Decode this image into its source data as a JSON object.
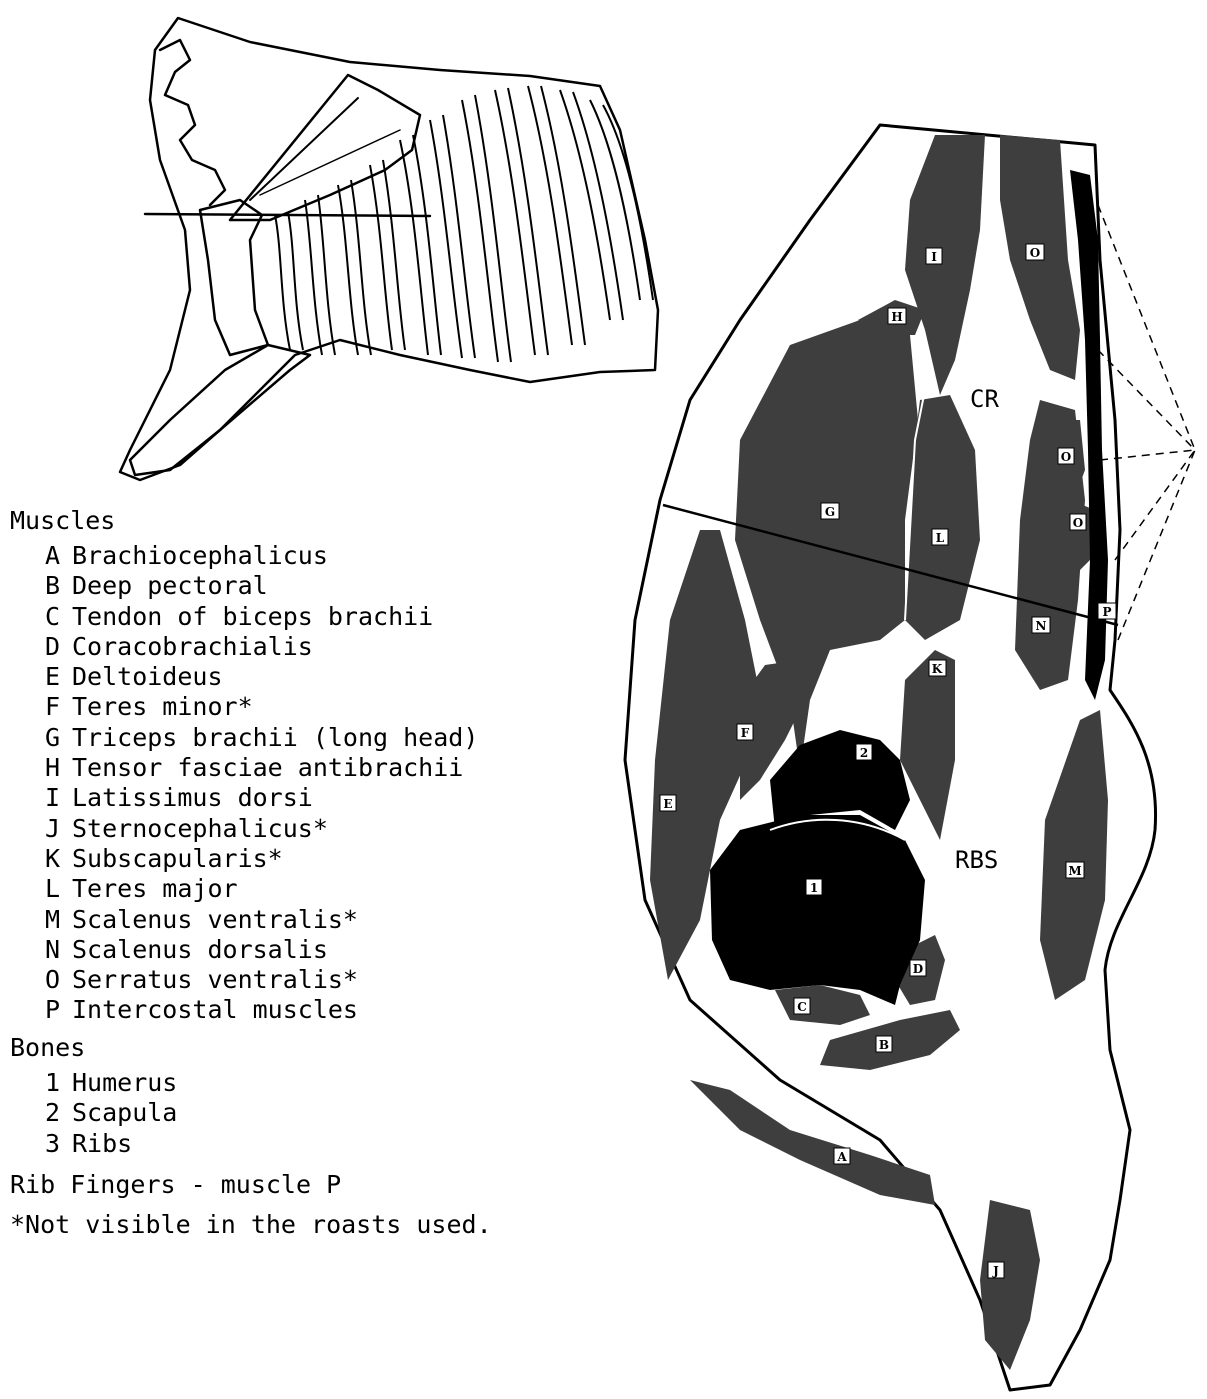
{
  "muscles_heading": "Muscles",
  "muscles": [
    {
      "key": "A",
      "name": "Brachiocephalicus"
    },
    {
      "key": "B",
      "name": "Deep pectoral"
    },
    {
      "key": "C",
      "name": "Tendon of biceps brachii"
    },
    {
      "key": "D",
      "name": "Coracobrachialis"
    },
    {
      "key": "E",
      "name": "Deltoideus"
    },
    {
      "key": "F",
      "name": "Teres minor*"
    },
    {
      "key": "G",
      "name": "Triceps brachii (long head)"
    },
    {
      "key": "H",
      "name": "Tensor fasciae antibrachii"
    },
    {
      "key": "I",
      "name": "Latissimus dorsi"
    },
    {
      "key": "J",
      "name": "Sternocephalicus*"
    },
    {
      "key": "K",
      "name": "Subscapularis*"
    },
    {
      "key": "L",
      "name": "Teres major"
    },
    {
      "key": "M",
      "name": "Scalenus ventralis*"
    },
    {
      "key": "N",
      "name": "Scalenus dorsalis"
    },
    {
      "key": "O",
      "name": "Serratus ventralis*"
    },
    {
      "key": "P",
      "name": "Intercostal muscles"
    }
  ],
  "bones_heading": "Bones",
  "bones": [
    {
      "key": "1",
      "name": "Humerus"
    },
    {
      "key": "2",
      "name": "Scapula"
    },
    {
      "key": "3",
      "name": "Ribs"
    }
  ],
  "note_rib_fingers": "Rib Fingers - muscle P",
  "note_not_visible": "*Not visible in the roasts used.",
  "regions": {
    "cr": "CR",
    "rbs": "RBS"
  },
  "section_labels": {
    "a": "A",
    "b": "B",
    "c": "C",
    "d": "D",
    "e": "E",
    "f": "F",
    "g": "G",
    "h": "H",
    "i": "I",
    "j": "J",
    "k": "K",
    "l": "L",
    "m": "M",
    "n": "N",
    "o1": "O",
    "o2": "O",
    "o3": "O",
    "p": "P",
    "bone1": "1",
    "bone2": "2"
  }
}
